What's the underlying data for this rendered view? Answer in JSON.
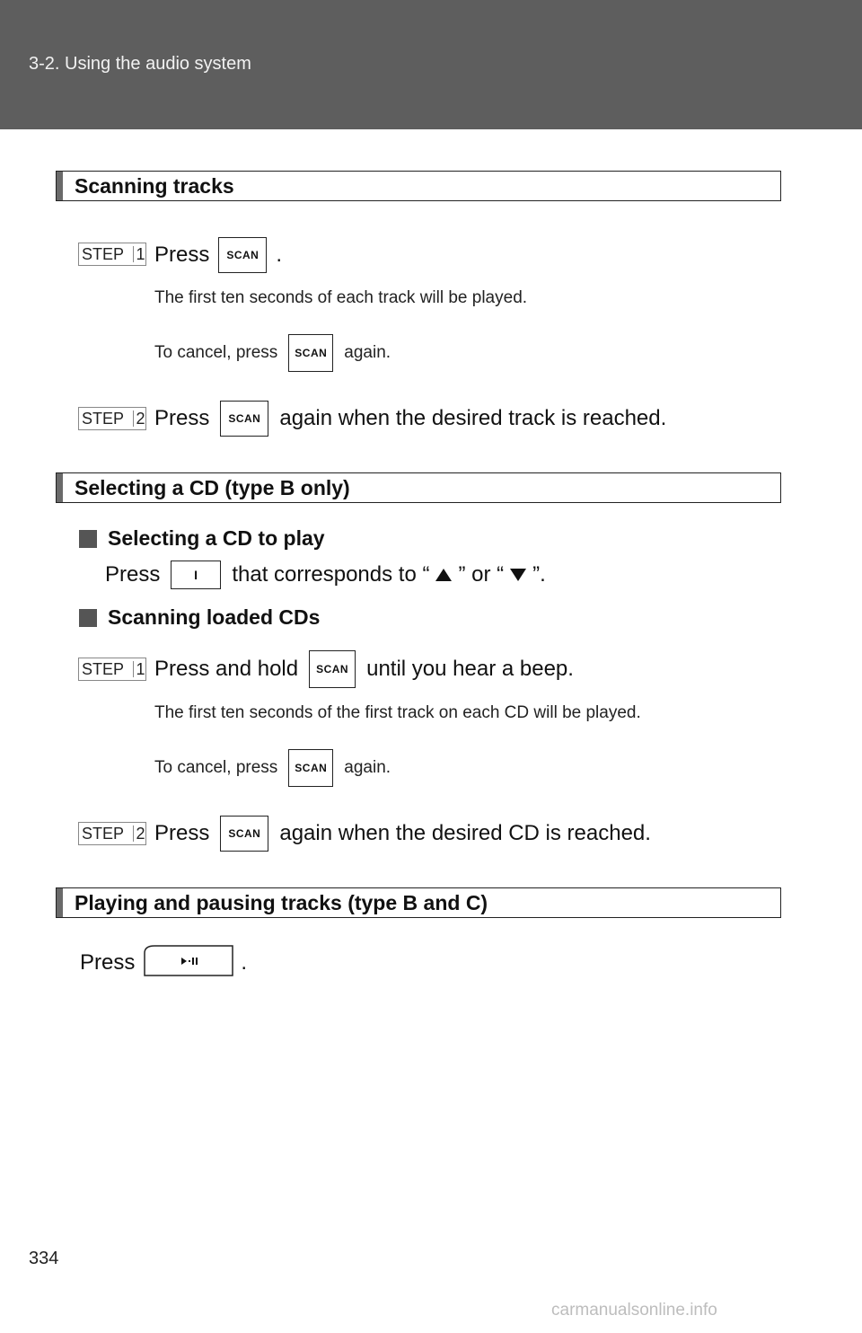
{
  "header": {
    "chapter": "3-2. Using the audio system"
  },
  "step_label": "STEP",
  "keys": {
    "scan": "SCAN",
    "disc": "I"
  },
  "sections": {
    "scanning_tracks": {
      "title": "Scanning tracks",
      "step1": {
        "num": "1",
        "pre": "Press",
        "post": "."
      },
      "note1": "The first ten seconds of each track will be played.",
      "cancel": {
        "pre": "To cancel, press",
        "post": "again."
      },
      "step2": {
        "num": "2",
        "pre": "Press",
        "post": "again when the desired track is reached."
      }
    },
    "selecting_cd": {
      "title": "Selecting a CD (type B only)",
      "sub1": "Selecting a CD to play",
      "sub1_text": {
        "pre": "Press",
        "mid": "that corresponds to “",
        "mid2": "” or “",
        "post": "”."
      },
      "sub2": "Scanning loaded CDs",
      "step1": {
        "num": "1",
        "pre": "Press and hold",
        "post": "until you hear a beep."
      },
      "note1": "The first ten seconds of the first track on each CD will be played.",
      "cancel": {
        "pre": "To cancel, press",
        "post": "again."
      },
      "step2": {
        "num": "2",
        "pre": "Press",
        "post": "again when the desired CD is reached."
      }
    },
    "playing_pausing": {
      "title": "Playing and pausing tracks (type B and C)",
      "text": {
        "pre": "Press",
        "post": "."
      }
    }
  },
  "page_number": "334",
  "watermark": "carmanualsonline.info"
}
